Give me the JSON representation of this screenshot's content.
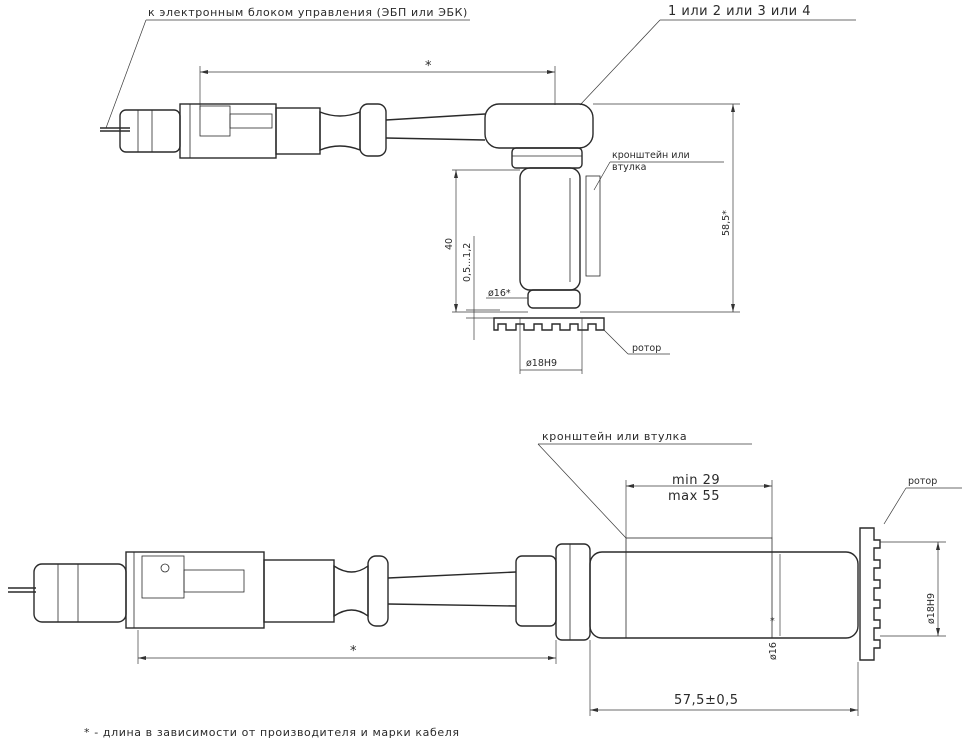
{
  "top_view": {
    "cable_label": "к электронным блоком управления (ЭБП или ЭБК)",
    "variant_label": "1 или 2 или 3 или 4",
    "length_mark": "*",
    "bracket_label_line1": "кронштейн или",
    "bracket_label_line2": "втулка",
    "height_dim": "58,5*",
    "height_40": "40",
    "gap_dim": "0,5...1,2",
    "diameter_16": "ø16*",
    "diameter_18": "ø18H9",
    "rotor_label": "ротор"
  },
  "bottom_view": {
    "bracket_label": "кронштейн или втулка",
    "min_label": "min 29",
    "max_label": "max 55",
    "rotor_label": "ротор",
    "diameter_18": "ø18H9",
    "diameter_16": "ø16",
    "diameter_16_mark": "*",
    "length_mark": "*",
    "length_dim": "57,5±0,5"
  },
  "footnote": "* - длина в зависимости от производителя и марки кабеля"
}
